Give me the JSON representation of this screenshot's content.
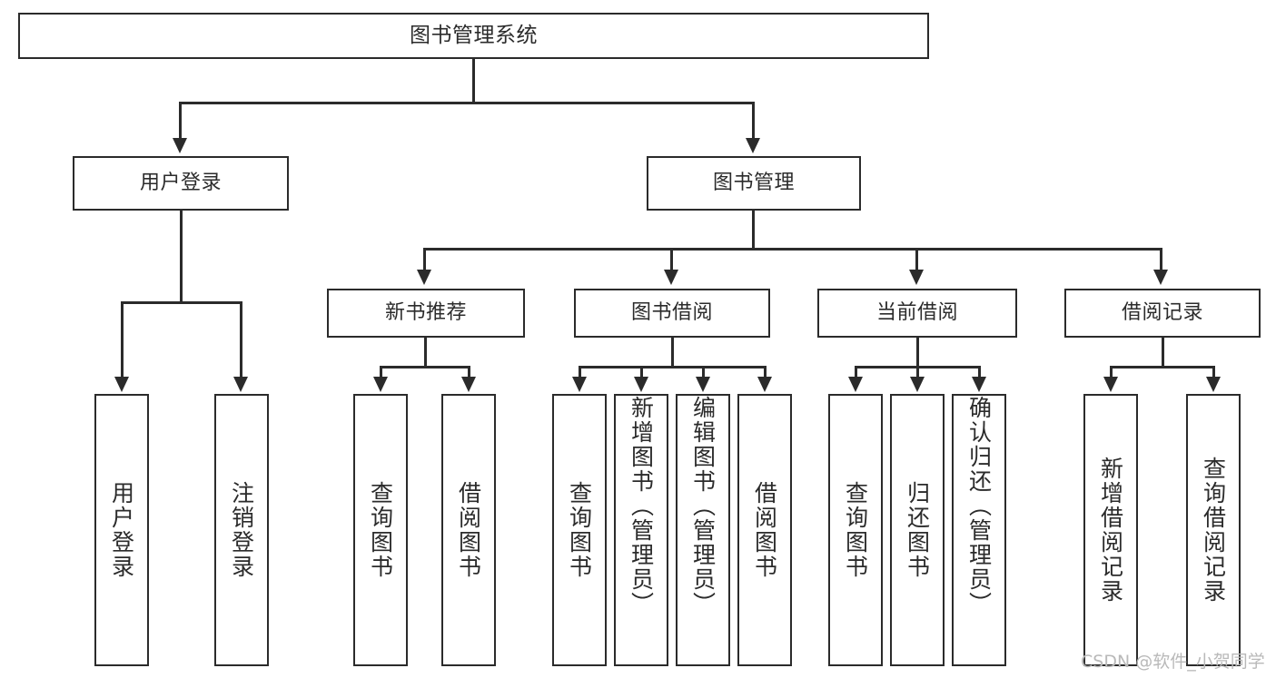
{
  "diagram": {
    "title": "图书管理系统",
    "type": "tree-hierarchy-chart",
    "root": {
      "label": "图书管理系统"
    },
    "level1": [
      {
        "label": "用户登录"
      },
      {
        "label": "图书管理"
      }
    ],
    "level2": [
      {
        "label": "新书推荐"
      },
      {
        "label": "图书借阅"
      },
      {
        "label": "当前借阅"
      },
      {
        "label": "借阅记录"
      }
    ],
    "leaves": {
      "user_login": [
        {
          "label": "用户登录"
        },
        {
          "label": "注销登录"
        }
      ],
      "new_book_recommend": [
        {
          "label": "查询图书"
        },
        {
          "label": "借阅图书"
        }
      ],
      "book_borrow": [
        {
          "label": "查询图书"
        },
        {
          "label": "新增图书（管理员）"
        },
        {
          "label": "编辑图书（管理员）"
        },
        {
          "label": "借阅图书"
        }
      ],
      "current_borrow": [
        {
          "label": "查询图书"
        },
        {
          "label": "归还图书"
        },
        {
          "label": "确认归还（管理员）"
        }
      ],
      "borrow_record": [
        {
          "label": "新增借阅记录"
        },
        {
          "label": "查询借阅记录"
        }
      ]
    }
  },
  "watermark": {
    "text": "CSDN @软件_小贺同学"
  },
  "colors": {
    "stroke": "#2b2b2b",
    "background": "#ffffff",
    "watermark": "#b9b9b9"
  }
}
